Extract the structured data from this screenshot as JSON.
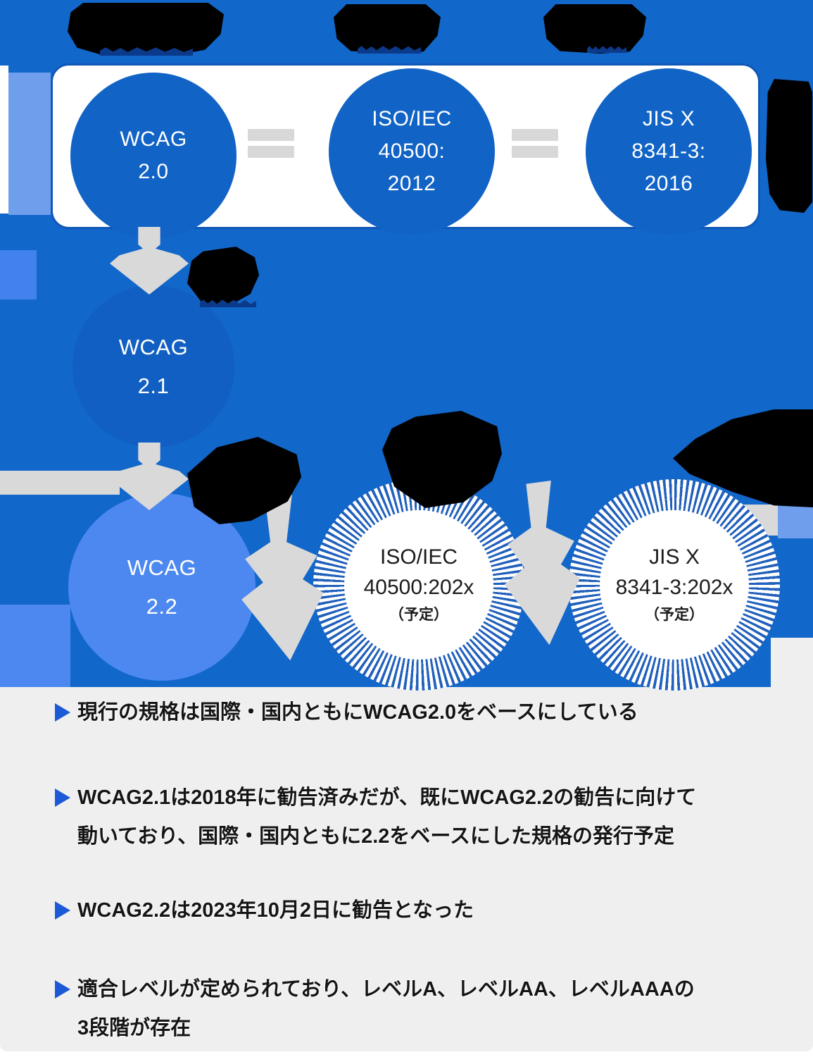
{
  "colors": {
    "primary_blue": "#1267CA",
    "top_circle_blue": "#1163C6",
    "wcag21_circle_blue": "#115FC2",
    "wcag22_circle_blue": "#4C88F0",
    "accent_light_blue": "#6F9FEC",
    "arrow_gray": "#D9D9D9",
    "halo_ray_blue": "#2160BC",
    "notes_background": "#EFEFEF",
    "bullet_marker_blue": "#1C59D6",
    "text_dark": "#151515",
    "text_white": "#FFFFFF"
  },
  "icons": {
    "equals": "=",
    "down_arrow": "▼",
    "note_bullet": "▶"
  },
  "diagram": {
    "current_standards": {
      "wcag20": {
        "lines": [
          "WCAG",
          "2.0"
        ]
      },
      "iso2012": {
        "lines": [
          "ISO/IEC",
          "40500:",
          "2012"
        ]
      },
      "jis2016": {
        "lines": [
          "JIS X",
          "8341-3:",
          "2016"
        ]
      }
    },
    "wcag21": {
      "lines": [
        "WCAG",
        "2.1"
      ]
    },
    "wcag22": {
      "lines": [
        "WCAG",
        "2.2"
      ]
    },
    "iso202x": {
      "lines": [
        "ISO/IEC",
        "40500:202x",
        "（予定）"
      ]
    },
    "jis202x": {
      "lines": [
        "JIS X",
        "8341-3:202x",
        "（予定）"
      ]
    }
  },
  "notes": {
    "items": [
      {
        "lines": [
          "現行の規格は国際・国内ともにWCAG2.0をベースにしている"
        ]
      },
      {
        "lines": [
          "WCAG2.1は2018年に勧告済みだが、既にWCAG2.2の勧告に向けて",
          "動いており、国際・国内ともに2.2をベースにした規格の発行予定"
        ]
      },
      {
        "lines": [
          "WCAG2.2は2023年10月2日に勧告となった"
        ]
      },
      {
        "lines": [
          "適合レベルが定められており、レベルA、レベルAA、レベルAAAの",
          "3段階が存在"
        ]
      }
    ]
  }
}
